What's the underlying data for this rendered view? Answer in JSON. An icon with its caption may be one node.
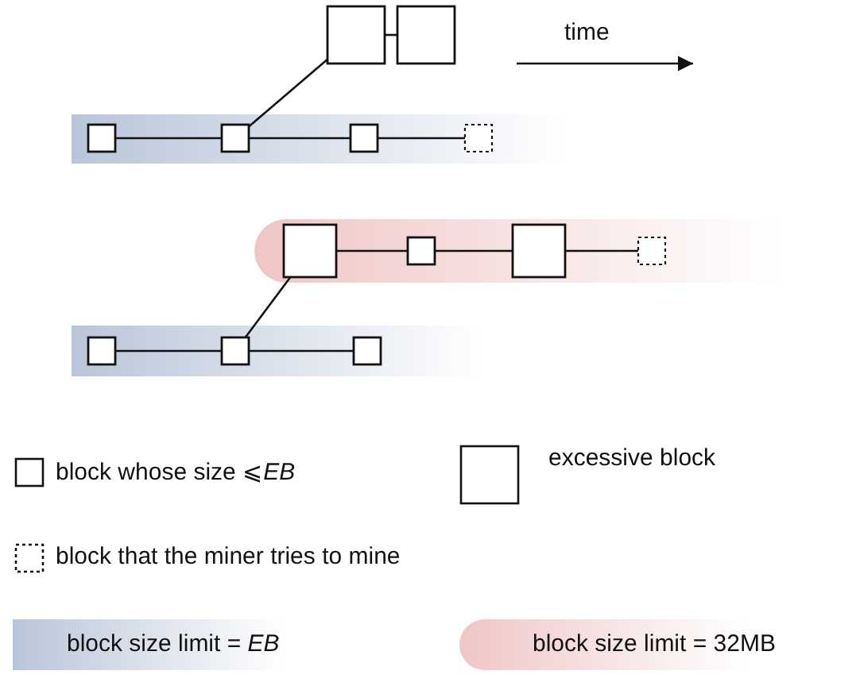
{
  "diagram": {
    "nodes": [
      {
        "text": [],
        "shape": "box"
      },
      {
        "text": [],
        "shape": "box"
      },
      {
        "text": [],
        "shape": "box"
      },
      {
        "text": [],
        "shape": "box"
      },
      {
        "text": [],
        "shape": "box"
      },
      {
        "text": [],
        "shape": "box"
      },
      {
        "text": [],
        "shape": "box"
      },
      {
        "text": [],
        "shape": "box"
      },
      {
        "text": [],
        "shape": "box"
      },
      {
        "text": [],
        "shape": "box"
      },
      {
        "text": [],
        "shape": "box"
      },
      {
        "text": [],
        "shape": "box"
      },
      {
        "text": [],
        "shape": "box"
      }
    ],
    "edges": [
      {
        "from": 2,
        "to": 3,
        "arrow": "none"
      },
      {
        "from": 3,
        "to": 4,
        "arrow": "none"
      },
      {
        "from": 4,
        "to": 5,
        "arrow": "none"
      },
      {
        "from": 3,
        "to": 0,
        "arrow": "none"
      },
      {
        "from": 0,
        "to": 1,
        "arrow": "none"
      },
      {
        "from": 10,
        "to": 11,
        "arrow": "none"
      },
      {
        "from": 11,
        "to": 12,
        "arrow": "none"
      },
      {
        "from": 11,
        "to": 6,
        "arrow": "none"
      },
      {
        "from": 6,
        "to": 7,
        "arrow": "none"
      },
      {
        "from": 7,
        "to": 8,
        "arrow": "none"
      },
      {
        "from": 8,
        "to": 9,
        "arrow": "none"
      }
    ],
    "labels": [
      "time"
    ],
    "legend": [
      {
        "text": "block whose size ⩽*EB*"
      },
      {
        "text": "excessive block"
      },
      {
        "text": "block that the miner tries to mine"
      },
      {
        "text": "block size limit = *EB*",
        "color": "#b9c5d9"
      },
      {
        "text": "block size limit = 32MB",
        "color": "#f0c6c6"
      }
    ]
  }
}
